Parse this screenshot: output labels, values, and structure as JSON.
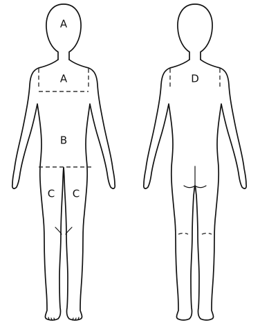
{
  "figure": {
    "front_view": {
      "labels": {
        "head": "A",
        "upper_torso": "A",
        "lower_torso": "B",
        "left_leg": "C",
        "right_leg": "C"
      }
    },
    "back_view": {
      "labels": {
        "back": "D"
      }
    }
  },
  "colors": {
    "line": "#111111",
    "background": "#ffffff"
  }
}
